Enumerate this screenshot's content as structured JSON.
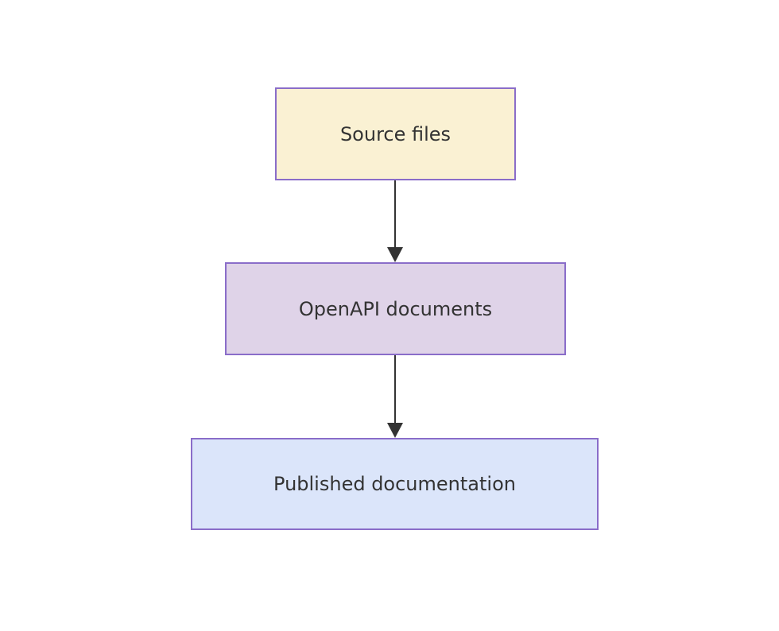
{
  "diagram": {
    "type": "flowchart",
    "direction": "top-down",
    "background": "#ffffff",
    "text_color": "#333333",
    "edge_color": "#333333",
    "nodes": [
      {
        "id": "source",
        "label": "Source files",
        "fill": "#faf1d3",
        "border": "#8a6dc9"
      },
      {
        "id": "openapi",
        "label": "OpenAPI documents",
        "fill": "#dfd3e8",
        "border": "#8a6dc9"
      },
      {
        "id": "published",
        "label": "Published documentation",
        "fill": "#dbe5fa",
        "border": "#8a6dc9"
      }
    ],
    "edges": [
      {
        "from": "source",
        "to": "openapi"
      },
      {
        "from": "openapi",
        "to": "published"
      }
    ]
  }
}
